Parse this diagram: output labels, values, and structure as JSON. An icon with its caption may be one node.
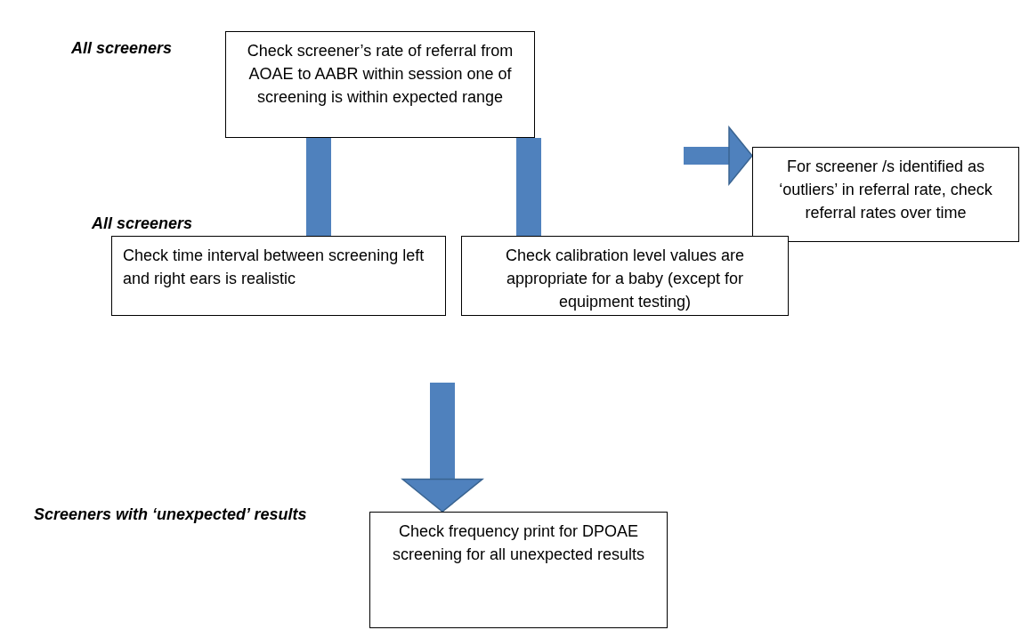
{
  "diagram": {
    "nodes": [
      {
        "text": [
          "Check screener’s rate of referral from AOAE to AABR within session one of screening is within expected range"
        ]
      },
      {
        "text": [
          "For screener /s identified as ‘outliers’ in referral rate, check referral rates over time"
        ]
      },
      {
        "text": [
          "Check time interval between screening left and right ears is realistic"
        ]
      },
      {
        "text": [
          "Check calibration level values are appropriate for a baby (except for equipment testing)"
        ]
      },
      {
        "text": [
          "Check frequency print for DPOAE screening for all unexpected results"
        ]
      }
    ],
    "edges": [
      {
        "from": 0,
        "to": 2,
        "arrow": "none"
      },
      {
        "from": 0,
        "to": 3,
        "arrow": "none"
      },
      {
        "from": null,
        "to": 1,
        "arrow": "to"
      },
      {
        "from": null,
        "to": 4,
        "arrow": "to"
      }
    ],
    "labels": [
      "All screeners",
      "All screeners",
      "Screeners with ‘unexpected’ results"
    ]
  }
}
